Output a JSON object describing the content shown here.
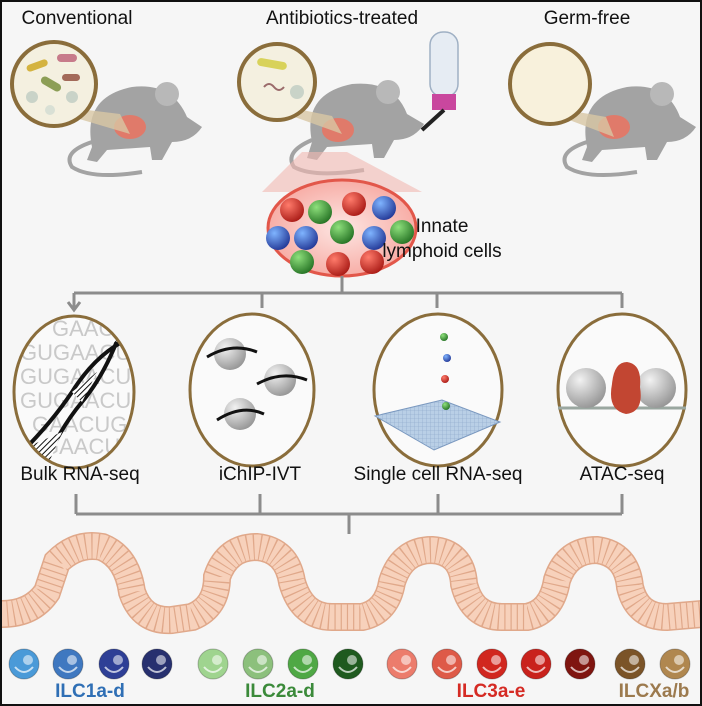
{
  "conditions": [
    {
      "label": "Conventional"
    },
    {
      "label": "Antibiotics-treated"
    },
    {
      "label": "Germ-free"
    }
  ],
  "cells_label": {
    "line1": "Innate",
    "line2": "lymphoid cells"
  },
  "methods": [
    {
      "label": "Bulk RNA-seq"
    },
    {
      "label": "iChIP-IVT"
    },
    {
      "label": "Single cell RNA-seq"
    },
    {
      "label": "ATAC-seq"
    }
  ],
  "rna_text": [
    "GAACU",
    "GUGAACUGU",
    "GUGAACUGU",
    "GUGAACUGU",
    "GAACUGU",
    "GAACU"
  ],
  "ilc_groups": [
    {
      "label": "ILC1a-d",
      "color": "#2f6fb5",
      "cells": [
        "#4a9ad8",
        "#3f78c0",
        "#2e3f96",
        "#27306f"
      ]
    },
    {
      "label": "ILC2a-d",
      "color": "#3b8a3a",
      "cells": [
        "#9fd48f",
        "#8cc07c",
        "#4fa845",
        "#1f5a1f"
      ]
    },
    {
      "label": "ILC3a-e",
      "color": "#d52b24",
      "cells": [
        "#ec7c6c",
        "#de5a48",
        "#d1271f",
        "#c9221c",
        "#7f1510"
      ]
    },
    {
      "label": "ILCXa/b",
      "color": "#9c7a4e",
      "cells": [
        "#7b5428",
        "#b0874f"
      ]
    }
  ],
  "colors": {
    "circle_border": "#8a6d3b",
    "bracket": "#8c8c8c",
    "mouse": "#a3a3a3",
    "villi": "#f4c7ab"
  }
}
